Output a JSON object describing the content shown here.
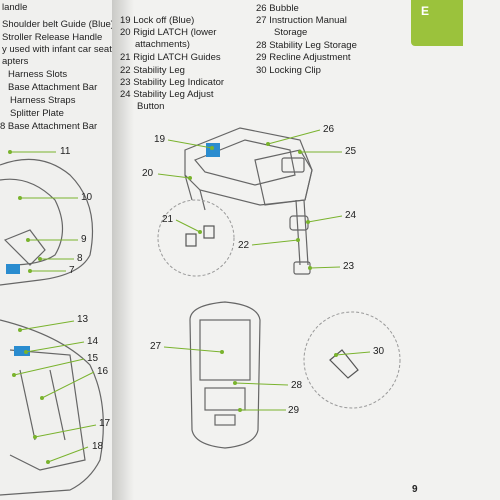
{
  "left_page": {
    "lines": [
      "landle",
      "Shoulder belt Guide (Blue)",
      "Stroller  Release Handle",
      "y used with infant car seat",
      "apters",
      "Harness Slots",
      "Base Attachment Bar",
      "Harness Straps",
      "Splitter Plate",
      "8  Base Attachment Bar"
    ],
    "callouts": [
      "11",
      "10",
      "9",
      "8",
      "7",
      "13",
      "14",
      "15",
      "16",
      "17",
      "18"
    ]
  },
  "right_page": {
    "col1": [
      "19  Lock off (Blue)",
      "20  Rigid LATCH (lower",
      "attachments)",
      "21  Rigid LATCH Guides",
      "22  Stability Leg",
      "23  Stability Leg Indicator",
      "24  Stability Leg Adjust",
      "Button"
    ],
    "col2": [
      "26  Bubble",
      "27  Instruction Manual",
      "Storage",
      "28  Stability Leg Storage",
      "29  Recline Adjustment",
      "30  Locking Clip"
    ],
    "callouts": [
      "19",
      "26",
      "20",
      "25",
      "21",
      "24",
      "22",
      "23",
      "27",
      "28",
      "29",
      "30"
    ],
    "tab_label": "E",
    "page_number": "9"
  },
  "colors": {
    "accent": "#9bc23c",
    "leader": "#7ab32e",
    "ink": "#222222"
  }
}
